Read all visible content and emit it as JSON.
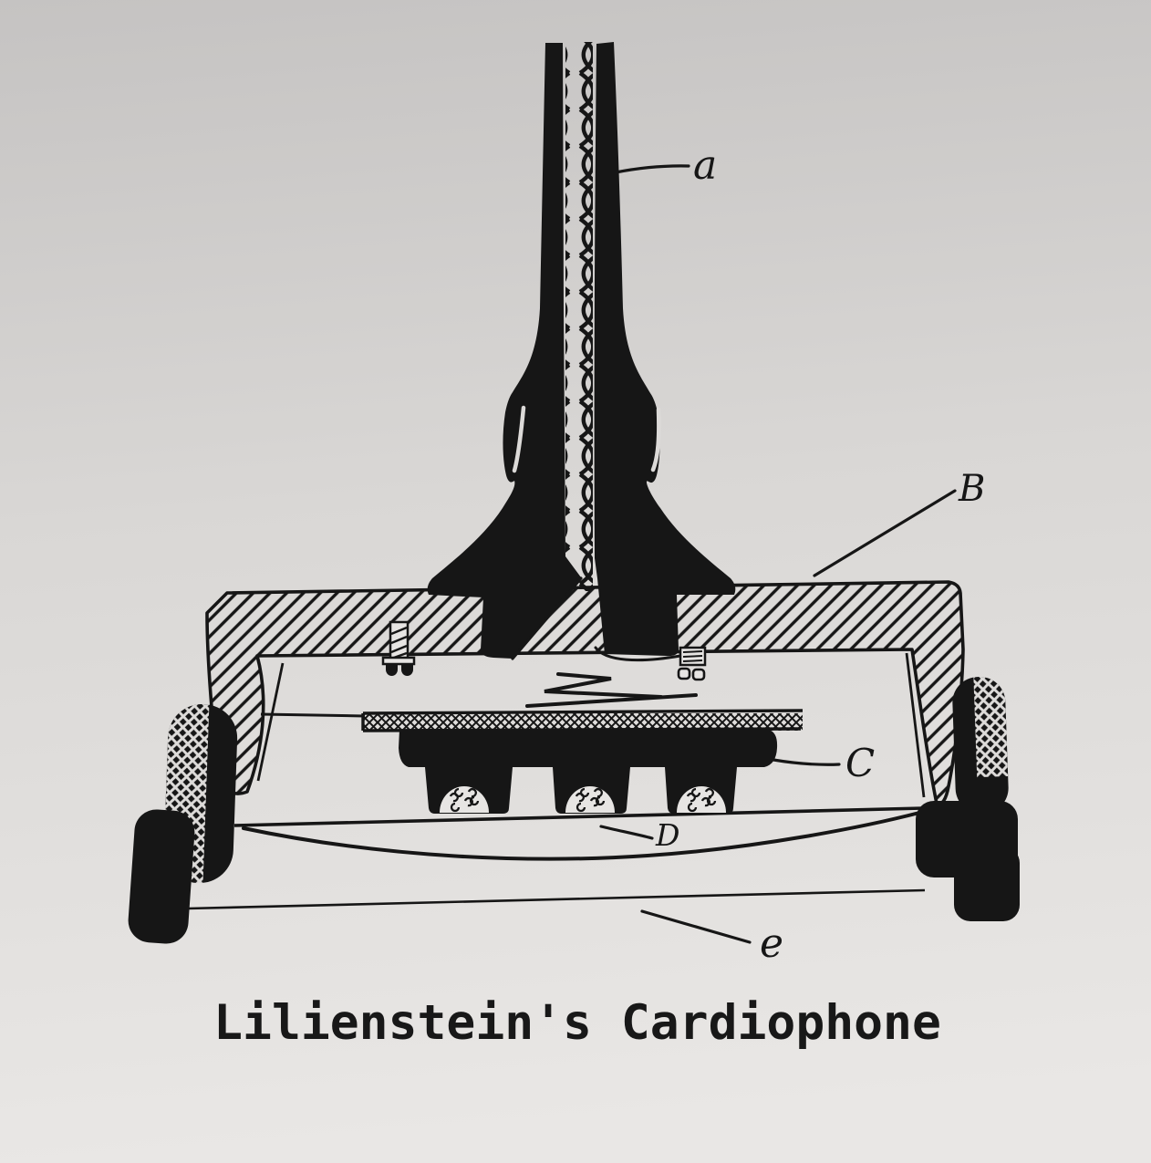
{
  "figure": {
    "title": "Lilienstein's Cardiophone",
    "annotations": [
      {
        "id": "a",
        "text": "a"
      },
      {
        "id": "B",
        "text": "B"
      },
      {
        "id": "C",
        "text": "C"
      },
      {
        "id": "D",
        "text": "D"
      },
      {
        "id": "e",
        "text": "e"
      }
    ],
    "colors": {
      "paper": "#d8d6d4",
      "ink": "#161616"
    }
  }
}
